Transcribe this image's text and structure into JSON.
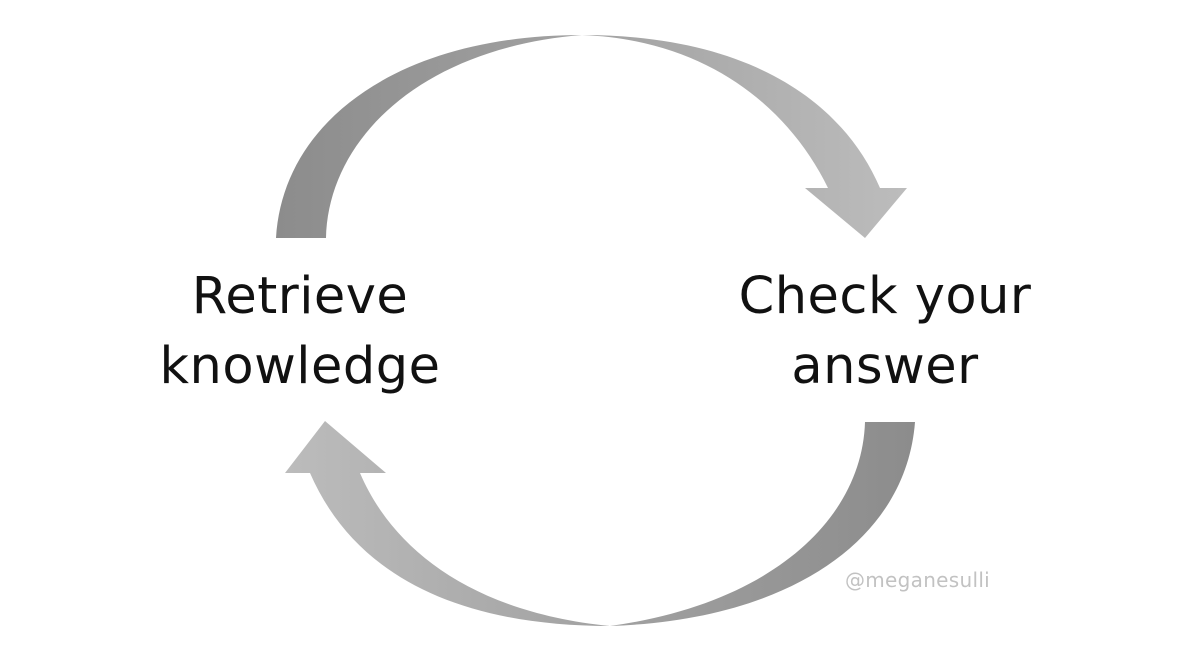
{
  "diagram": {
    "nodes": [
      {
        "id": "retrieve",
        "lines": [
          "Retrieve",
          "knowledge"
        ]
      },
      {
        "id": "check",
        "lines": [
          "Check your",
          "answer"
        ]
      }
    ],
    "edges": [
      {
        "from": "retrieve",
        "to": "check",
        "path": "top-arc"
      },
      {
        "from": "check",
        "to": "retrieve",
        "path": "bottom-arc"
      }
    ],
    "colors": {
      "arrow_dark": "#8c8c8c",
      "arrow_light": "#bcbcbc",
      "text": "#111111",
      "watermark": "#c2c2c2"
    }
  },
  "watermark": "@meganesulli"
}
